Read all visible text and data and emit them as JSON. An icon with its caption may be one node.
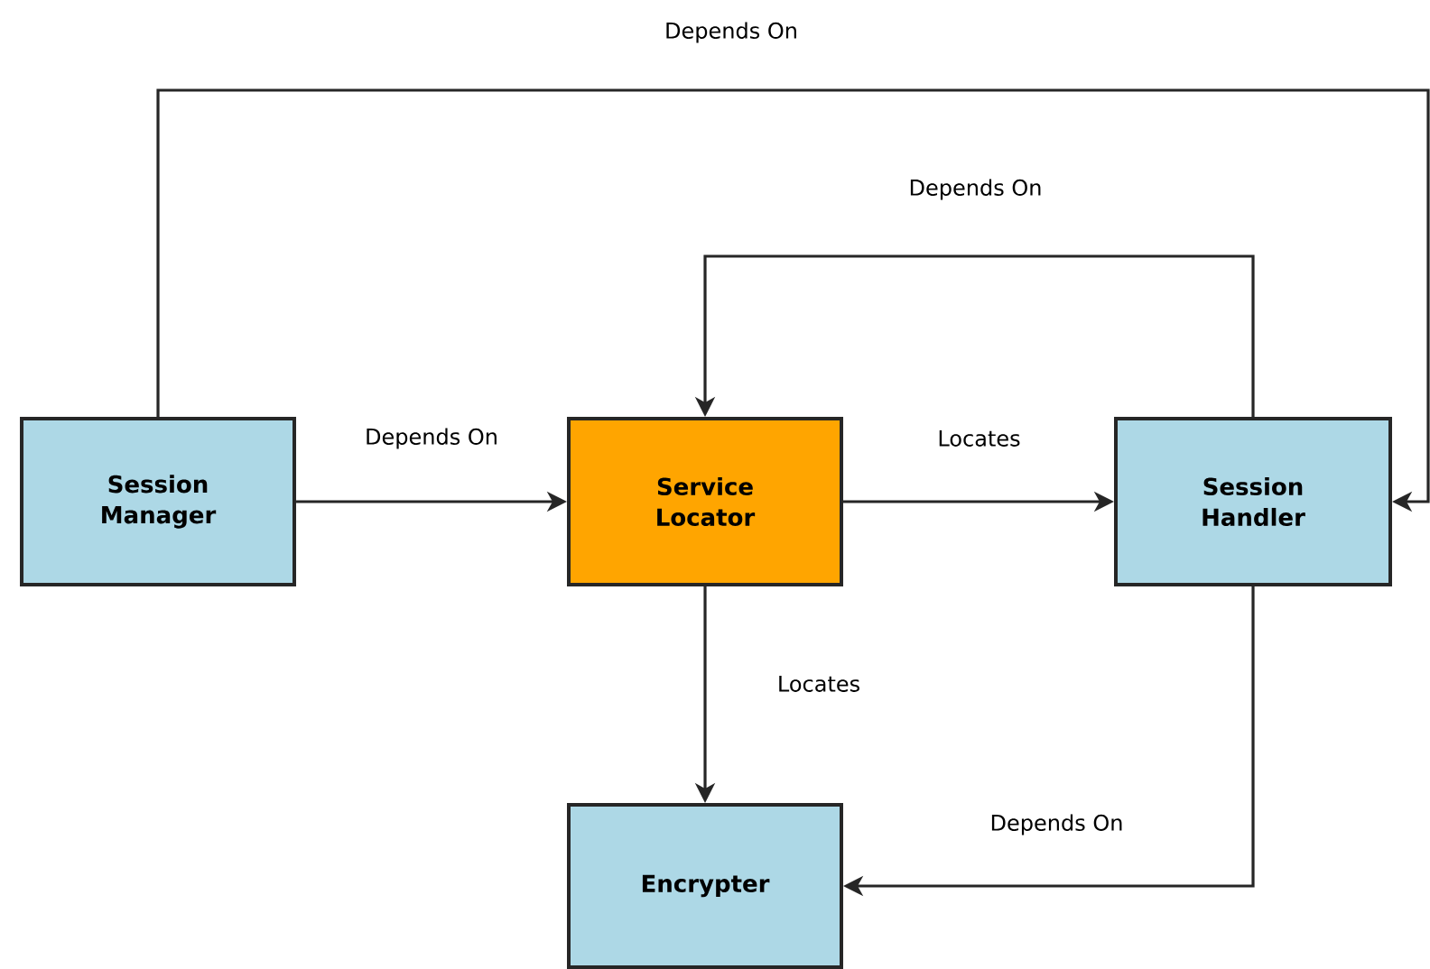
{
  "diagram": {
    "nodes": [
      {
        "text": [
          "Session Manager"
        ]
      },
      {
        "text": [
          "Service Locator"
        ]
      },
      {
        "text": [
          "Session Handler"
        ]
      },
      {
        "text": [
          "Encrypter"
        ]
      }
    ],
    "edges": [
      {
        "from": 0,
        "to": 1,
        "arrow": "to",
        "label": "Depends On"
      },
      {
        "from": 1,
        "to": 2,
        "arrow": "to",
        "label": "Locates"
      },
      {
        "from": 2,
        "to": 1,
        "arrow": "to",
        "label": "Depends On"
      },
      {
        "from": 1,
        "to": 3,
        "arrow": "to",
        "label": "Locates"
      },
      {
        "from": 2,
        "to": 3,
        "arrow": "to",
        "label": "Depends On"
      },
      {
        "from": 0,
        "to": 2,
        "arrow": "to",
        "label": "Depends On"
      }
    ]
  }
}
